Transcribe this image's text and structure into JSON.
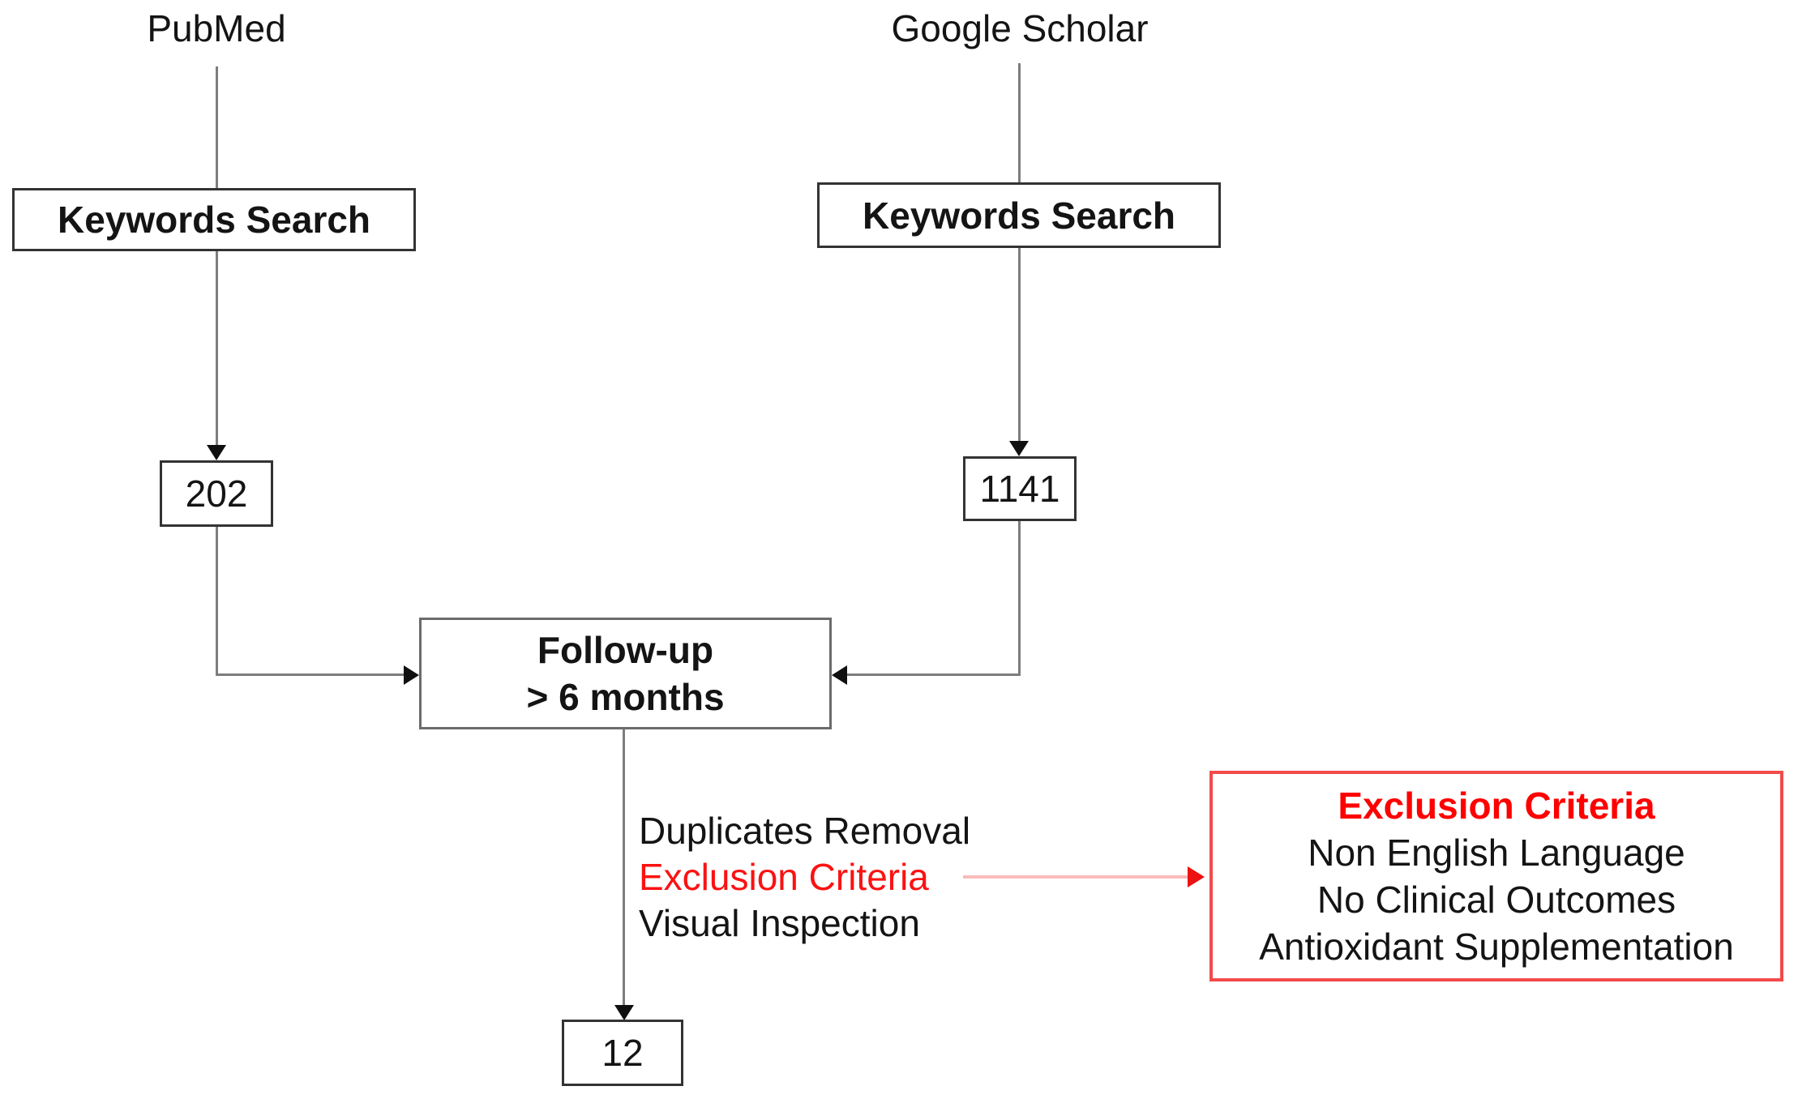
{
  "sources": {
    "left": {
      "label": "PubMed",
      "count": "202"
    },
    "right": {
      "label": "Google Scholar",
      "count": "1141"
    }
  },
  "keywords_box_label": "Keywords Search",
  "followup_box": {
    "line1": "Follow-up",
    "line2": "> 6 months"
  },
  "filter_steps": {
    "duplicates": "Duplicates Removal",
    "exclusion": "Exclusion Criteria",
    "visual": "Visual Inspection"
  },
  "exclusion_box": {
    "title": "Exclusion Criteria",
    "items": [
      "Non English Language",
      "No Clinical Outcomes",
      "Antioxidant Supplementation"
    ]
  },
  "final_count": "12",
  "colors": {
    "accent_red": "#ff0000",
    "arrow_pink": "#f9bcbc",
    "arrowhead_red": "#ee1111",
    "line_gray": "#7d7d7d",
    "box_border": "#333333"
  }
}
